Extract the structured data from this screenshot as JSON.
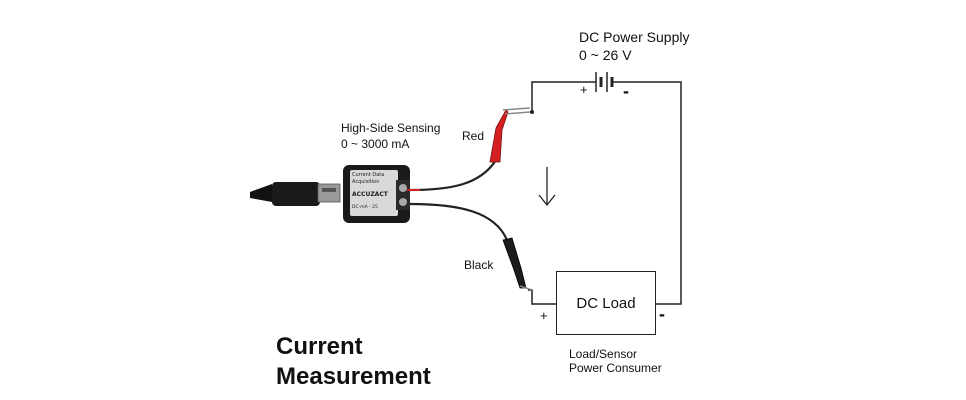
{
  "power_supply": {
    "title": "DC Power Supply",
    "range": "0 ~ 26 V",
    "plus": "+",
    "minus": "-"
  },
  "sensor": {
    "title": "High-Side Sensing",
    "range": "0 ~ 3000 mA",
    "device_text": "Current Data Acquisition",
    "device_brand": "ACCUZACT",
    "device_model": "DC-mA - 25"
  },
  "leads": {
    "red": "Red",
    "black": "Black"
  },
  "load": {
    "label": "DC Load",
    "plus": "+",
    "minus": "-",
    "caption_line1": "Load/Sensor",
    "caption_line2": "Power Consumer"
  },
  "heading": {
    "line1": "Current",
    "line2": "Measurement"
  },
  "colors": {
    "wire": "#222222",
    "red_clip": "#d42020",
    "black_clip": "#1b1b1b",
    "device_body": "#1a1a1a"
  },
  "icons": [
    "battery-symbol-icon",
    "current-direction-arrow-icon",
    "usb-connector-icon",
    "alligator-clip-icon"
  ]
}
